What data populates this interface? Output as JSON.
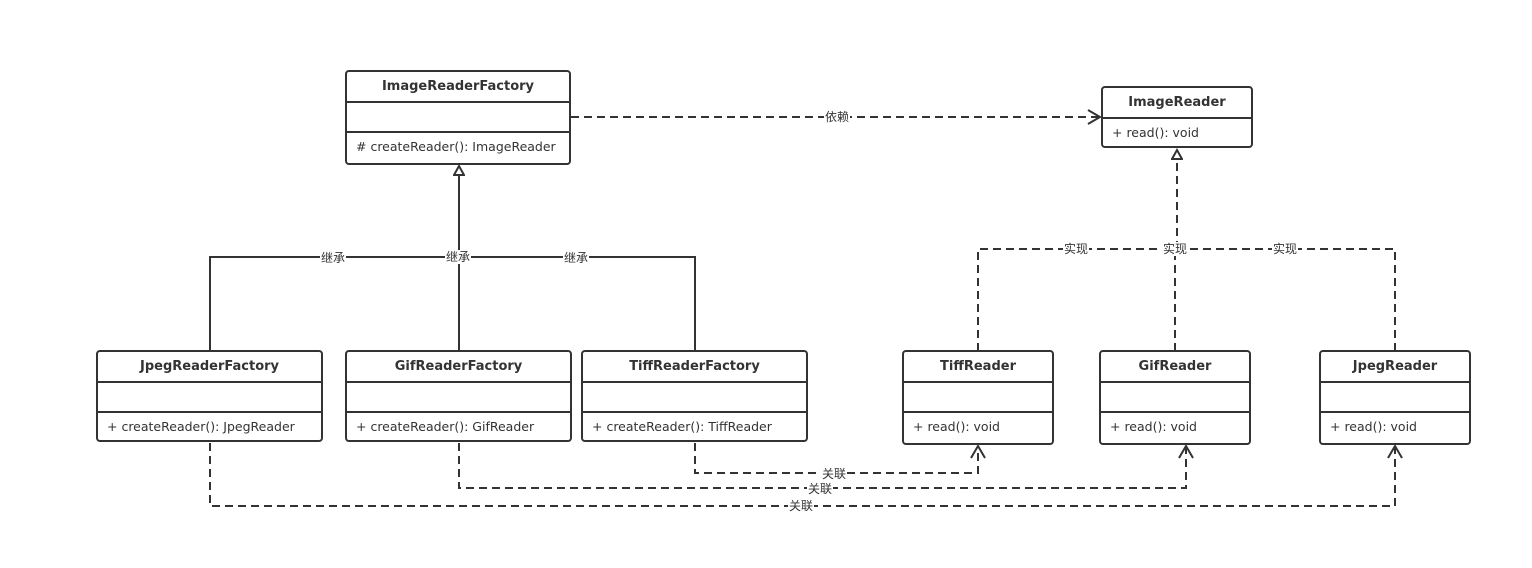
{
  "classes": {
    "image_reader_factory": {
      "name": "ImageReaderFactory",
      "op": "# createReader(): ImageReader"
    },
    "image_reader": {
      "name": "ImageReader",
      "op": "+ read(): void"
    },
    "jpeg_reader_factory": {
      "name": "JpegReaderFactory",
      "op": "+ createReader(): JpegReader"
    },
    "gif_reader_factory": {
      "name": "GifReaderFactory",
      "op": "+ createReader(): GifReader"
    },
    "tiff_reader_factory": {
      "name": "TiffReaderFactory",
      "op": "+ createReader(): TiffReader"
    },
    "tiff_reader": {
      "name": "TiffReader",
      "op": "+ read(): void"
    },
    "gif_reader": {
      "name": "GifReader",
      "op": "+ read(): void"
    },
    "jpeg_reader": {
      "name": "JpegReader",
      "op": "+ read(): void"
    }
  },
  "labels": {
    "dependency": "依赖",
    "inherit_jpeg": "继承",
    "inherit_gif": "继承",
    "inherit_tiff": "继承",
    "realize_tiff": "实现",
    "realize_gif": "实现",
    "realize_jpeg": "实现",
    "assoc_tiff": "关联",
    "assoc_gif": "关联",
    "assoc_jpeg": "关联"
  },
  "colors": {
    "line": "#333333",
    "background": "#ffffff"
  }
}
